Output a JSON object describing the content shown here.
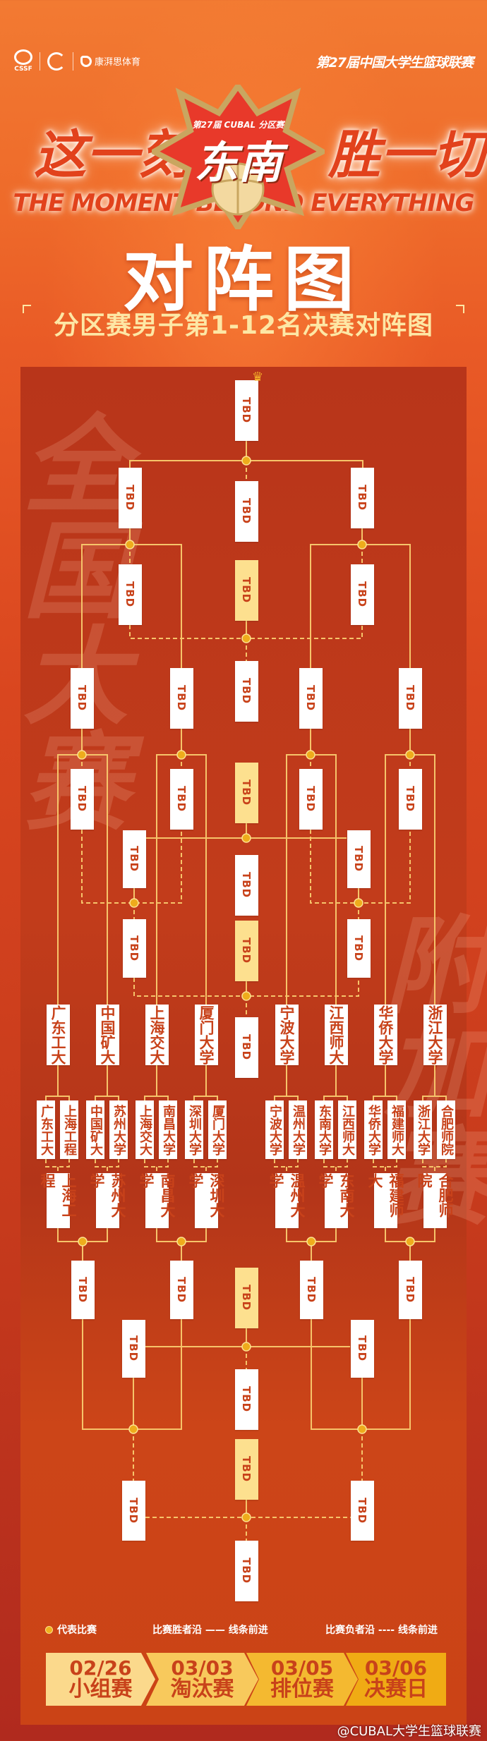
{
  "header": {
    "logos": {
      "cssf": "CSSF",
      "sponsor": "康湃思体育"
    },
    "league": "第27届中国大学生篮球联赛",
    "slogan_left": "这一刻",
    "slogan_right": "胜一切",
    "slogan_en": "THE MOMENT BEYOND EVERYTHING",
    "badge": {
      "top": "第27届 CUBAL 分区赛",
      "main": "东南"
    },
    "title": "对阵图",
    "subtitle": "分区赛男子第1-12名决赛对阵图"
  },
  "watermark": {
    "left": "全国大赛",
    "right": "附加赛"
  },
  "bracket": {
    "tbd_label": "TBD",
    "teams_top": [
      "广东工大",
      "中国矿大",
      "上海交大",
      "厦门大学",
      "宁波大学",
      "江西师大",
      "华侨大学",
      "浙江大学"
    ],
    "teams_pairs": [
      [
        "广东工大",
        "上海工程"
      ],
      [
        "中国矿大",
        "苏州大学"
      ],
      [
        "上海交大",
        "南昌大学"
      ],
      [
        "深圳大学",
        "厦门大学"
      ],
      [
        "宁波大学",
        "温州大学"
      ],
      [
        "东南大学",
        "江西师大"
      ],
      [
        "华侨大学",
        "福建师大"
      ],
      [
        "浙江大学",
        "合肥师院"
      ]
    ],
    "teams_losers": [
      "上海工程",
      "苏州大学",
      "南昌大学",
      "深圳大学",
      "温州大学",
      "东南大学",
      "福建师大",
      "合肥师院"
    ]
  },
  "legend": {
    "match": "代表比赛",
    "winner": "比赛胜者沿 —— 线条前进",
    "loser": "比赛负者沿 ---- 线条前进"
  },
  "schedule": [
    {
      "date": "02/26",
      "stage": "小组赛",
      "color": "#fbd98c"
    },
    {
      "date": "03/03",
      "stage": "淘汰赛",
      "color": "#f8c95c"
    },
    {
      "date": "03/05",
      "stage": "排位赛",
      "color": "#f4b930"
    },
    {
      "date": "03/06",
      "stage": "决赛日",
      "color": "#f0ab14"
    }
  ],
  "colors": {
    "line": "#f6c46a",
    "node": "#eeac1c",
    "box_text": "#c8421a",
    "gold_box": "#fde08f"
  },
  "footer": {
    "weibo": "@CUBAL大学生篮球联赛"
  }
}
